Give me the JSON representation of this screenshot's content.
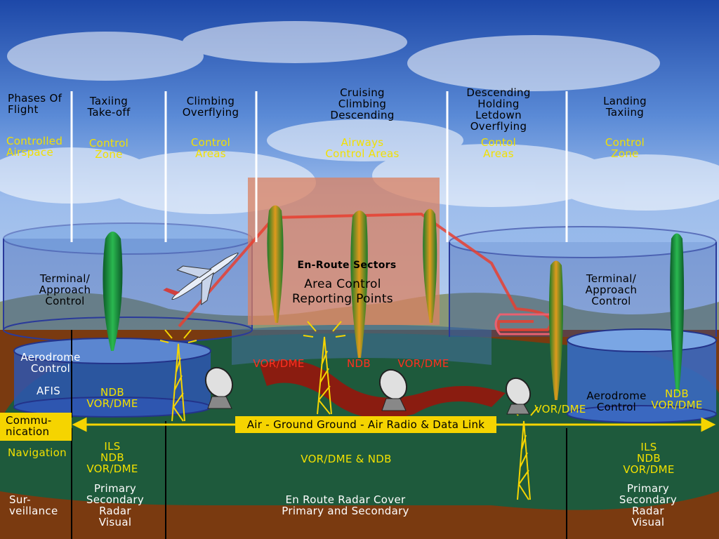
{
  "phases_row": {
    "label": "Phases Of\nFlight",
    "taxi_takeoff": "Taxiing\nTake-off",
    "climb": "Climbing\nOverflying",
    "cruise": "Cruising\nClimbing\nDescending",
    "descend": "Descending\nHolding\nLetdown\nOverflying",
    "landing": "Landing\nTaxiing"
  },
  "airspace_row": {
    "label": "Controlled\nAirspace",
    "taxi_takeoff": "Control\nZone",
    "climb": "Control\nAreas",
    "cruise": "Airways\nControl Areas",
    "descend": "Contol\nAreas",
    "landing": "Control\nZone"
  },
  "scene": {
    "terminal_left": "Terminal/\nApproach\nControl",
    "terminal_right": "Terminal/\nApproach\nControl",
    "enroute_sectors": "En-Route Sectors",
    "area_control": "Area Control\nReporting Points",
    "aerodrome_left": "Aerodrome\nControl",
    "afis": "AFIS",
    "ndb_vordme_left": "NDB\nVOR/DME",
    "vordme_center_left": "VOR/DME",
    "ndb_center": "NDB",
    "vordme_center_right": "VOR/DME",
    "aerodrome_right": "Aerodrome\nControl",
    "ndb_vordme_right": "NDB\nVOR/DME",
    "vordme_right_antenna": "VOR/DME"
  },
  "communication_row": {
    "label": "Commu-\nnication",
    "link": "Air - Ground  Ground - Air Radio & Data Link"
  },
  "navigation_row": {
    "label": "Navigation",
    "left": "ILS\nNDB\nVOR/DME",
    "center": "VOR/DME & NDB",
    "right": "ILS\nNDB\nVOR/DME"
  },
  "surveillance_row": {
    "label": "Sur-\nveillance",
    "left": "Primary\nSecondary\nRadar\nVisual",
    "center": "En Route Radar Cover\nPrimary and Secondary",
    "right": "Primary\nSecondary\nRadar\nVisual"
  },
  "colors": {
    "sky_top": "#1f4fb0",
    "sky_mid": "#6f9ee0",
    "ground_brown": "#7a3a10",
    "ground_green": "#1e5a3c",
    "cylinder": "#2a4fa8",
    "beam_orange": "#d28a18",
    "beam_green": "#18a040",
    "en_route_box": "#d98060",
    "link_yellow": "#f5d400"
  }
}
